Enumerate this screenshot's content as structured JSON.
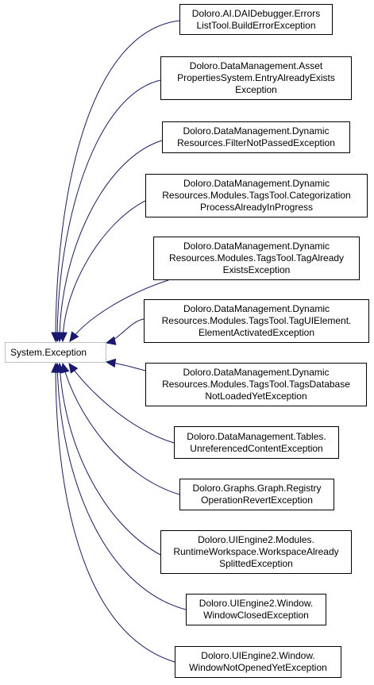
{
  "base": {
    "lines": [
      "System.Exception"
    ]
  },
  "derived": [
    {
      "lines": [
        "Doloro.AI.DAIDebugger.Errors",
        "ListTool.BuildErrorException"
      ]
    },
    {
      "lines": [
        "Doloro.DataManagement.Asset",
        "PropertiesSystem.EntryAlreadyExists",
        "Exception"
      ]
    },
    {
      "lines": [
        "Doloro.DataManagement.Dynamic",
        "Resources.FilterNotPassedException"
      ]
    },
    {
      "lines": [
        "Doloro.DataManagement.Dynamic",
        "Resources.Modules.TagsTool.Categorization",
        "ProcessAlreadyInProgress"
      ]
    },
    {
      "lines": [
        "Doloro.DataManagement.Dynamic",
        "Resources.Modules.TagsTool.TagAlready",
        "ExistsException"
      ]
    },
    {
      "lines": [
        "Doloro.DataManagement.Dynamic",
        "Resources.Modules.TagsTool.TagUIElement.",
        "ElementActivatedException"
      ]
    },
    {
      "lines": [
        "Doloro.DataManagement.Dynamic",
        "Resources.Modules.TagsTool.TagsDatabase",
        "NotLoadedYetException"
      ]
    },
    {
      "lines": [
        "Doloro.DataManagement.Tables.",
        "UnreferencedContentException"
      ]
    },
    {
      "lines": [
        "Doloro.Graphs.Graph.Registry",
        "OperationRevertException"
      ]
    },
    {
      "lines": [
        "Doloro.UIEngine2.Modules.",
        "RuntimeWorkspace.WorkspaceAlready",
        "SplittedException"
      ]
    },
    {
      "lines": [
        "Doloro.UIEngine2.Window.",
        "WindowClosedException"
      ]
    },
    {
      "lines": [
        "Doloro.UIEngine2.Window.",
        "WindowNotOpenedYetException"
      ]
    }
  ],
  "colors": {
    "edge": "#191970",
    "border": "#000000",
    "base_border": "#bfbfbf"
  }
}
